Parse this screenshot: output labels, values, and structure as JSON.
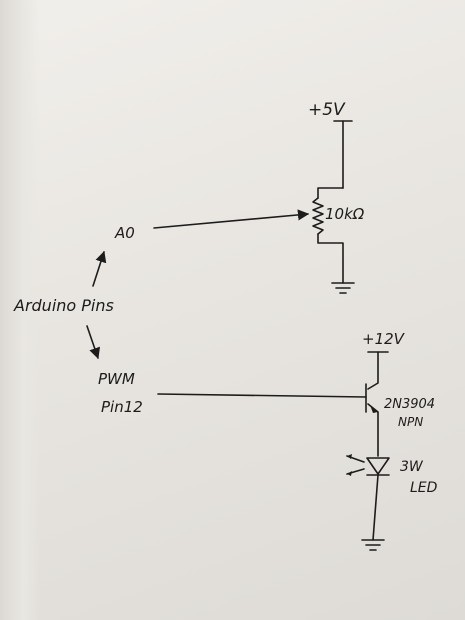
{
  "labels": {
    "supply_5v": "+5V",
    "resistor": "10kΩ",
    "pin_a0": "A0",
    "arduino_pins": "Arduino Pins",
    "pwm_line1": "PWM",
    "pwm_line2": "Pin12",
    "supply_12v": "+12V",
    "transistor_line1": "2N3904",
    "transistor_line2": "NPN",
    "led_line1": "3W",
    "led_line2": "LED"
  }
}
